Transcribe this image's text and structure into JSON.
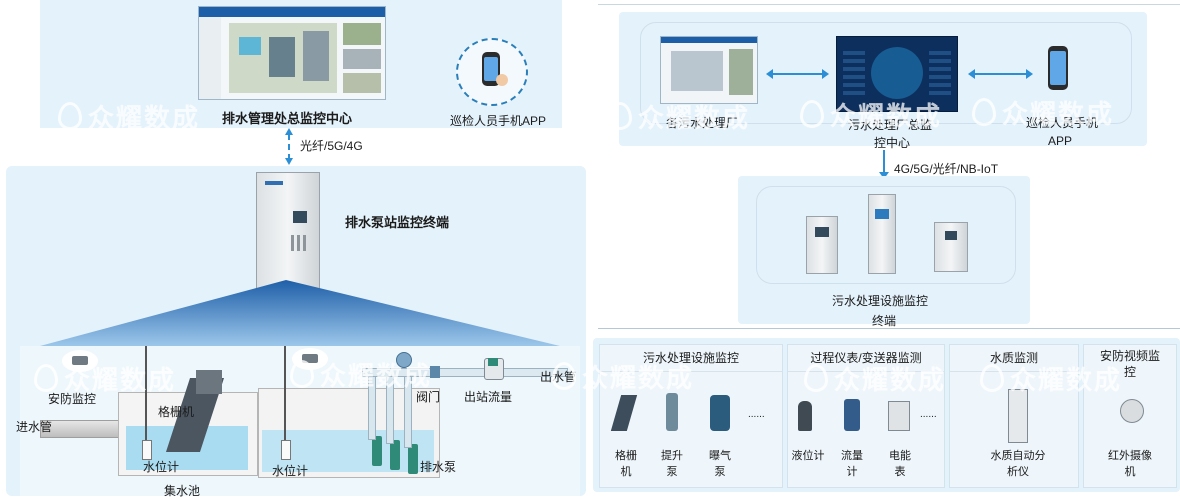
{
  "left": {
    "center_label": "排水管理处总监控中心",
    "app_label": "巡检人员手机APP",
    "link_label": "光纤/5G/4G",
    "terminal_label": "排水泵站监控终端",
    "security_label": "安防监控",
    "inlet_label": "进水管",
    "screen_label": "格栅机",
    "level1_label": "水位计",
    "level2_label": "水位计",
    "pool_label": "集水池",
    "pump_label": "排水泵",
    "valve_label": "阀门",
    "flow_label": "出站流量",
    "outlet_label": "出水管"
  },
  "right": {
    "plants_label": "各污水处理厂",
    "center_label_line1": "污水处理厂总监",
    "center_label_line2": "控中心",
    "app_label_line1": "巡检人员手机",
    "app_label_line2": "APP",
    "link_label": "4G/5G/光纤/NB-IoT",
    "terminal_label_line1": "污水处理设施监控",
    "terminal_label_line2": "终端",
    "categories": [
      {
        "title": "污水处理设施监控",
        "items": [
          {
            "label_l1": "格栅",
            "label_l2": "机",
            "icon": "grille-machine-icon"
          },
          {
            "label_l1": "提升",
            "label_l2": "泵",
            "icon": "lift-pump-icon"
          },
          {
            "label_l1": "曝气",
            "label_l2": "泵",
            "icon": "aeration-pump-icon"
          }
        ],
        "more": "......"
      },
      {
        "title": "过程仪表/变送器监测",
        "items": [
          {
            "label_l1": "液位计",
            "label_l2": "",
            "icon": "level-gauge-icon"
          },
          {
            "label_l1": "流量",
            "label_l2": "计",
            "icon": "flow-meter-icon"
          },
          {
            "label_l1": "电能",
            "label_l2": "表",
            "icon": "energy-meter-icon"
          }
        ],
        "more": "......"
      },
      {
        "title": "水质监测",
        "items": [
          {
            "label_l1": "水质自动分",
            "label_l2": "析仪",
            "icon": "water-quality-analyzer-icon"
          }
        ]
      },
      {
        "title_l1": "安防视频监",
        "title_l2": "控",
        "items": [
          {
            "label_l1": "红外摄像",
            "label_l2": "机",
            "icon": "infrared-camera-icon"
          }
        ]
      }
    ]
  },
  "watermark": "众耀数成",
  "colors": {
    "panel_bg": "#e4f2fb",
    "arrow_blue": "#2c8fd6",
    "pyramid_dark": "#1f5fa8",
    "water": "#a9dcf0"
  }
}
